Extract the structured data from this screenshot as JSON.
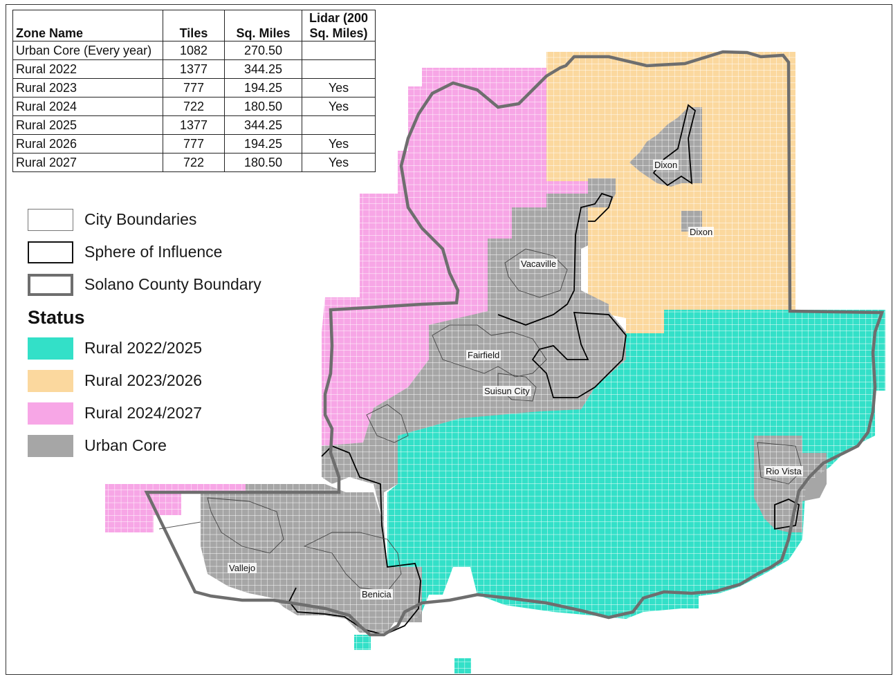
{
  "table": {
    "headers": [
      "Zone Name",
      "Tiles",
      "Sq. Miles",
      "Lidar (200 Sq. Miles)"
    ],
    "rows": [
      [
        "Urban Core (Every year)",
        "1082",
        "270.50",
        ""
      ],
      [
        "Rural 2022",
        "1377",
        "344.25",
        ""
      ],
      [
        "Rural 2023",
        "777",
        "194.25",
        "Yes"
      ],
      [
        "Rural 2024",
        "722",
        "180.50",
        "Yes"
      ],
      [
        "Rural 2025",
        "1377",
        "344.25",
        ""
      ],
      [
        "Rural 2026",
        "777",
        "194.25",
        "Yes"
      ],
      [
        "Rural 2027",
        "722",
        "180.50",
        "Yes"
      ]
    ]
  },
  "legend": {
    "boundaries": [
      {
        "label": "City Boundaries",
        "style": "city"
      },
      {
        "label": "Sphere of Influence",
        "style": "sphere"
      },
      {
        "label": "Solano County Boundary",
        "style": "county"
      }
    ],
    "status_title": "Status",
    "status": [
      {
        "label": "Rural 2022/2025",
        "color": "#33e0c8"
      },
      {
        "label": "Rural 2023/2026",
        "color": "#fbd89e"
      },
      {
        "label": "Rural 2024/2027",
        "color": "#f7a6e6"
      },
      {
        "label": "Urban Core",
        "color": "#a6a6a6"
      }
    ]
  },
  "cities": [
    "Dixon",
    "Dixon",
    "Vacaville",
    "Fairfield",
    "Suisun City",
    "Rio Vista",
    "Vallejo",
    "Benicia"
  ],
  "colors": {
    "teal": "#33e0c8",
    "orange": "#fbd89e",
    "pink": "#f7a6e6",
    "gray": "#a6a6a6",
    "county_line": "#6e6e6e",
    "grid_line": "#ffffff"
  }
}
